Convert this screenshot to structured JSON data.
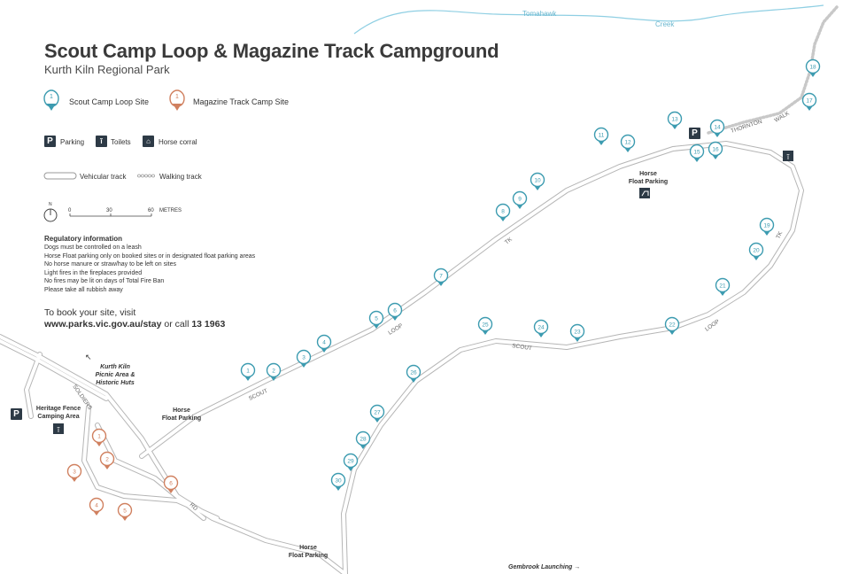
{
  "title": "Scout Camp Loop & Magazine Track Campground",
  "subtitle": "Kurth Kiln Regional Park",
  "colors": {
    "teal": "#3c9bb0",
    "orange": "#d0805f",
    "creek": "#8fcfe3",
    "track": "#bdbdbd",
    "dark": "#2d3a46"
  },
  "legend": {
    "scout_pin_number": "1",
    "scout_label": "Scout Camp Loop Site",
    "magazine_pin_number": "1",
    "magazine_label": "Magazine Track Camp Site",
    "parking_icon": "P",
    "parking_label": "Parking",
    "toilets_label": "Toilets",
    "horse_label": "Horse corral",
    "vehicular_label": "Vehicular track",
    "walking_label": "Walking track",
    "north_label": "N",
    "scale_labels": [
      "0",
      "30",
      "60",
      "METRES"
    ]
  },
  "regulatory": {
    "heading": "Regulatory information",
    "lines": [
      "Dogs must be controlled on a leash",
      "Horse Float parking only on booked sites or in designated float parking areas",
      "No horse manure or straw/hay to be left on sites",
      "Light fires in the fireplaces provided",
      "No fires may be lit on days of Total Fire Ban",
      "Please take all rubbish away"
    ]
  },
  "booking": {
    "line1": "To book your site, visit",
    "url": "www.parks.vic.gov.au/stay",
    "middle": " or call ",
    "phone": "13 1963"
  },
  "labels": {
    "creek1": "Tomahawk",
    "creek2": "Creek",
    "thornton": "THORNTON",
    "walk": "WALK",
    "scout": "SCOUT",
    "loop": "LOOP",
    "tk": "TK",
    "soldiers": "SOLDIERS",
    "rd": "RD",
    "horse_float_1": [
      "Horse",
      "Float Parking"
    ],
    "horse_float_2": [
      "Horse",
      "Float Parking"
    ],
    "horse_float_3": [
      "Horse",
      "Float Parking"
    ],
    "kurth_kiln": [
      "Kurth Kiln",
      "Picnic Area &",
      "Historic Huts"
    ],
    "heritage": [
      "Heritage Fence",
      "Camping Area"
    ],
    "gembrook": "Gembrook Launching"
  },
  "scout_sites": [
    "1",
    "2",
    "3",
    "4",
    "5",
    "6",
    "7",
    "8",
    "9",
    "10",
    "11",
    "12",
    "13",
    "14",
    "15",
    "16",
    "17",
    "18",
    "19",
    "20",
    "21",
    "22",
    "23",
    "24",
    "25",
    "26",
    "27",
    "28",
    "29",
    "30"
  ],
  "magazine_sites": [
    "1",
    "2",
    "3",
    "4",
    "5",
    "6"
  ]
}
